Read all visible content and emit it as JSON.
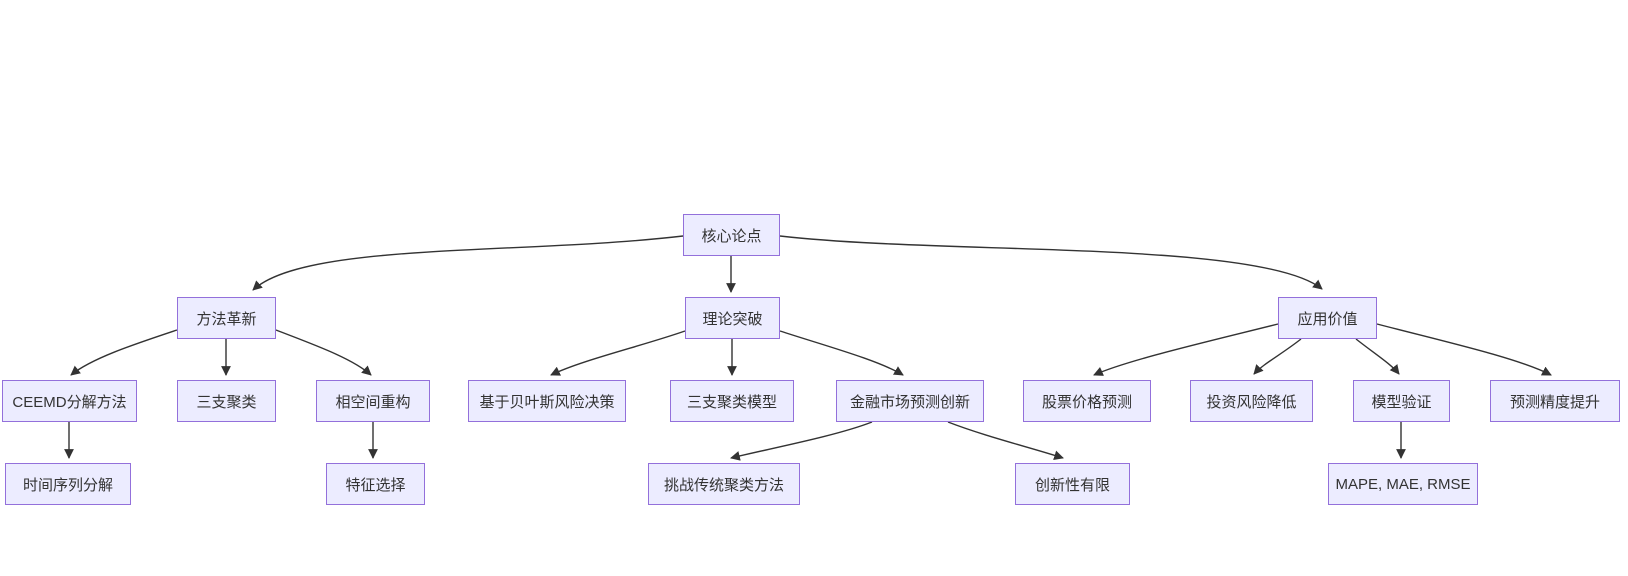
{
  "diagram": {
    "type": "flowchart",
    "direction": "top-down",
    "colors": {
      "node_fill": "#ECECFF",
      "node_border": "#9370DB",
      "edge_line": "#333333",
      "node_text": "#333333",
      "canvas_background": "#FFFFFF"
    },
    "nodes": [
      {
        "id": "core",
        "label": "核心论点"
      },
      {
        "id": "method",
        "label": "方法革新"
      },
      {
        "id": "theory",
        "label": "理论突破"
      },
      {
        "id": "application",
        "label": "应用价值"
      },
      {
        "id": "ceemd",
        "label": "CEEMD分解方法"
      },
      {
        "id": "threeway",
        "label": "三支聚类"
      },
      {
        "id": "phase",
        "label": "相空间重构"
      },
      {
        "id": "bayes",
        "label": "基于贝叶斯风险决策"
      },
      {
        "id": "twcmodel",
        "label": "三支聚类模型"
      },
      {
        "id": "fininnov",
        "label": "金融市场预测创新"
      },
      {
        "id": "stock",
        "label": "股票价格预测"
      },
      {
        "id": "risk",
        "label": "投资风险降低"
      },
      {
        "id": "validation",
        "label": "模型验证"
      },
      {
        "id": "precision",
        "label": "预测精度提升"
      },
      {
        "id": "tsdecomp",
        "label": "时间序列分解"
      },
      {
        "id": "feature",
        "label": "特征选择"
      },
      {
        "id": "challenge",
        "label": "挑战传统聚类方法"
      },
      {
        "id": "limited",
        "label": "创新性有限"
      },
      {
        "id": "metrics",
        "label": "MAPE, MAE, RMSE"
      }
    ],
    "edges": [
      {
        "from": "core",
        "to": "method"
      },
      {
        "from": "core",
        "to": "theory"
      },
      {
        "from": "core",
        "to": "application"
      },
      {
        "from": "method",
        "to": "ceemd"
      },
      {
        "from": "method",
        "to": "threeway"
      },
      {
        "from": "method",
        "to": "phase"
      },
      {
        "from": "ceemd",
        "to": "tsdecomp"
      },
      {
        "from": "phase",
        "to": "feature"
      },
      {
        "from": "theory",
        "to": "bayes"
      },
      {
        "from": "theory",
        "to": "twcmodel"
      },
      {
        "from": "theory",
        "to": "fininnov"
      },
      {
        "from": "fininnov",
        "to": "challenge"
      },
      {
        "from": "fininnov",
        "to": "limited"
      },
      {
        "from": "application",
        "to": "stock"
      },
      {
        "from": "application",
        "to": "risk"
      },
      {
        "from": "application",
        "to": "validation"
      },
      {
        "from": "application",
        "to": "precision"
      },
      {
        "from": "validation",
        "to": "metrics"
      }
    ]
  }
}
